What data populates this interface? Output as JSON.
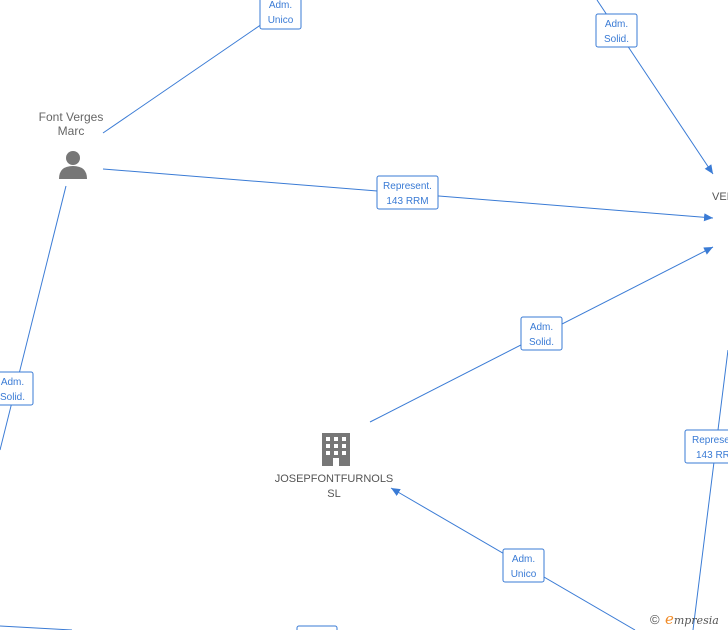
{
  "nodes": {
    "person": {
      "name_line1": "Font Verges",
      "name_line2": "Marc",
      "icon": "person-icon"
    },
    "company": {
      "name_line1": "JOSEPFONTFURNOLS",
      "name_line2": "SL",
      "icon": "building-icon"
    },
    "right_company": {
      "name_fragment": "VEI"
    }
  },
  "edge_labels": {
    "top_adm_unico": {
      "line1": "Adm.",
      "line2": "Unico"
    },
    "top_right_adm_solid": {
      "line1": "Adm.",
      "line2": "Solid."
    },
    "represent_mid": {
      "line1": "Represent.",
      "line2": "143 RRM"
    },
    "left_adm_solid": {
      "line1": "Adm.",
      "line2": "Solid."
    },
    "center_adm_solid": {
      "line1": "Adm.",
      "line2": "Solid."
    },
    "right_represent": {
      "line1": "Represe",
      "line2": "143 RR"
    },
    "bottom_adm_unico": {
      "line1": "Adm.",
      "line2": "Unico"
    }
  },
  "brand": {
    "copyright": "©",
    "e": "e",
    "rest": "mpresia"
  },
  "colors": {
    "edge": "#3a7bd5",
    "node_text": "#666666",
    "icon": "#777777",
    "brand_accent": "#f28c28"
  }
}
